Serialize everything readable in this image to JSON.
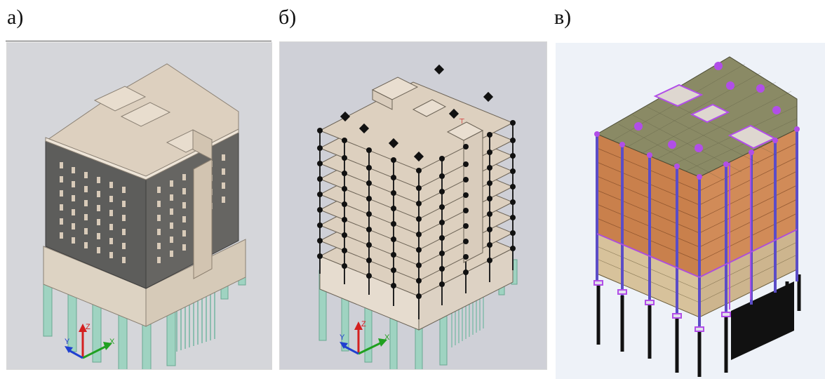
{
  "labels": {
    "a": "а)",
    "b": "б)",
    "c": "в)"
  },
  "axes": {
    "x": "X",
    "y": "Y",
    "z": "Z"
  },
  "colors": {
    "facade_dark": "#5d5d5b",
    "slab": "#ddd0bf",
    "piles": "#9fd3c1",
    "nodes": "#111111",
    "fe_roof": "#8a8a65",
    "fe_walls": "#c9804c",
    "fe_purple": "#b14ee8"
  }
}
